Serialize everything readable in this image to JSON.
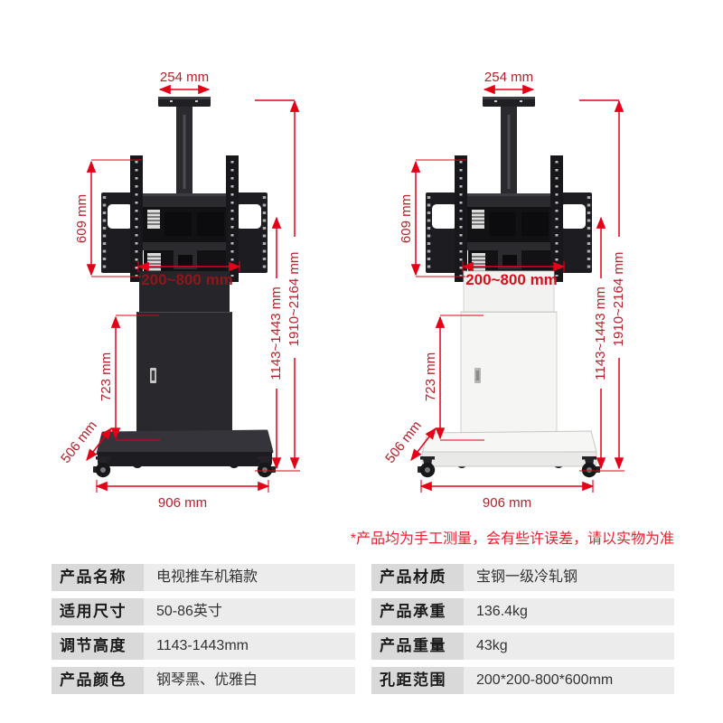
{
  "note": "*产品均为手工测量，会有些许误差，请以实物为准",
  "dims": {
    "tray_width": "254 mm",
    "bracket_height": "609 mm",
    "vesa_range": "200~800 mm",
    "cabinet_height": "723 mm",
    "base_depth": "506 mm",
    "base_width": "906 mm",
    "adjust_height": "1143~1443 mm",
    "total_height": "1910~2164 mm"
  },
  "table": {
    "left_rows": [
      {
        "label": "产品名称",
        "value": "电视推车机箱款"
      },
      {
        "label": "适用尺寸",
        "value": "50-86英寸"
      },
      {
        "label": "调节高度",
        "value": "1143-1443mm"
      },
      {
        "label": "产品颜色",
        "value": "钢琴黑、优雅白"
      }
    ],
    "right_rows": [
      {
        "label": "产品材质",
        "value": "宝钢一级冷轧钢"
      },
      {
        "label": "产品承重",
        "value": "136.4kg"
      },
      {
        "label": "产品重量",
        "value": "43kg"
      },
      {
        "label": "孔距范围",
        "value": "200*200-800*600mm"
      }
    ]
  },
  "colors": {
    "dim-line": "#e40016",
    "dim-text": "#b4212b",
    "vesa-on-black": "#8f161b",
    "vesa-on-white": "#d8101c",
    "note-red": "#e8212e",
    "cab-black": "#26262a",
    "cab-black-door": "#29292d",
    "cab-white": "#f2f2f0",
    "cab-white-door": "#f5f5f3",
    "label-bg": "#d9d9d9",
    "value-bg": "#ececec",
    "label-text": "#1a1a1a",
    "value-text": "#333333"
  }
}
